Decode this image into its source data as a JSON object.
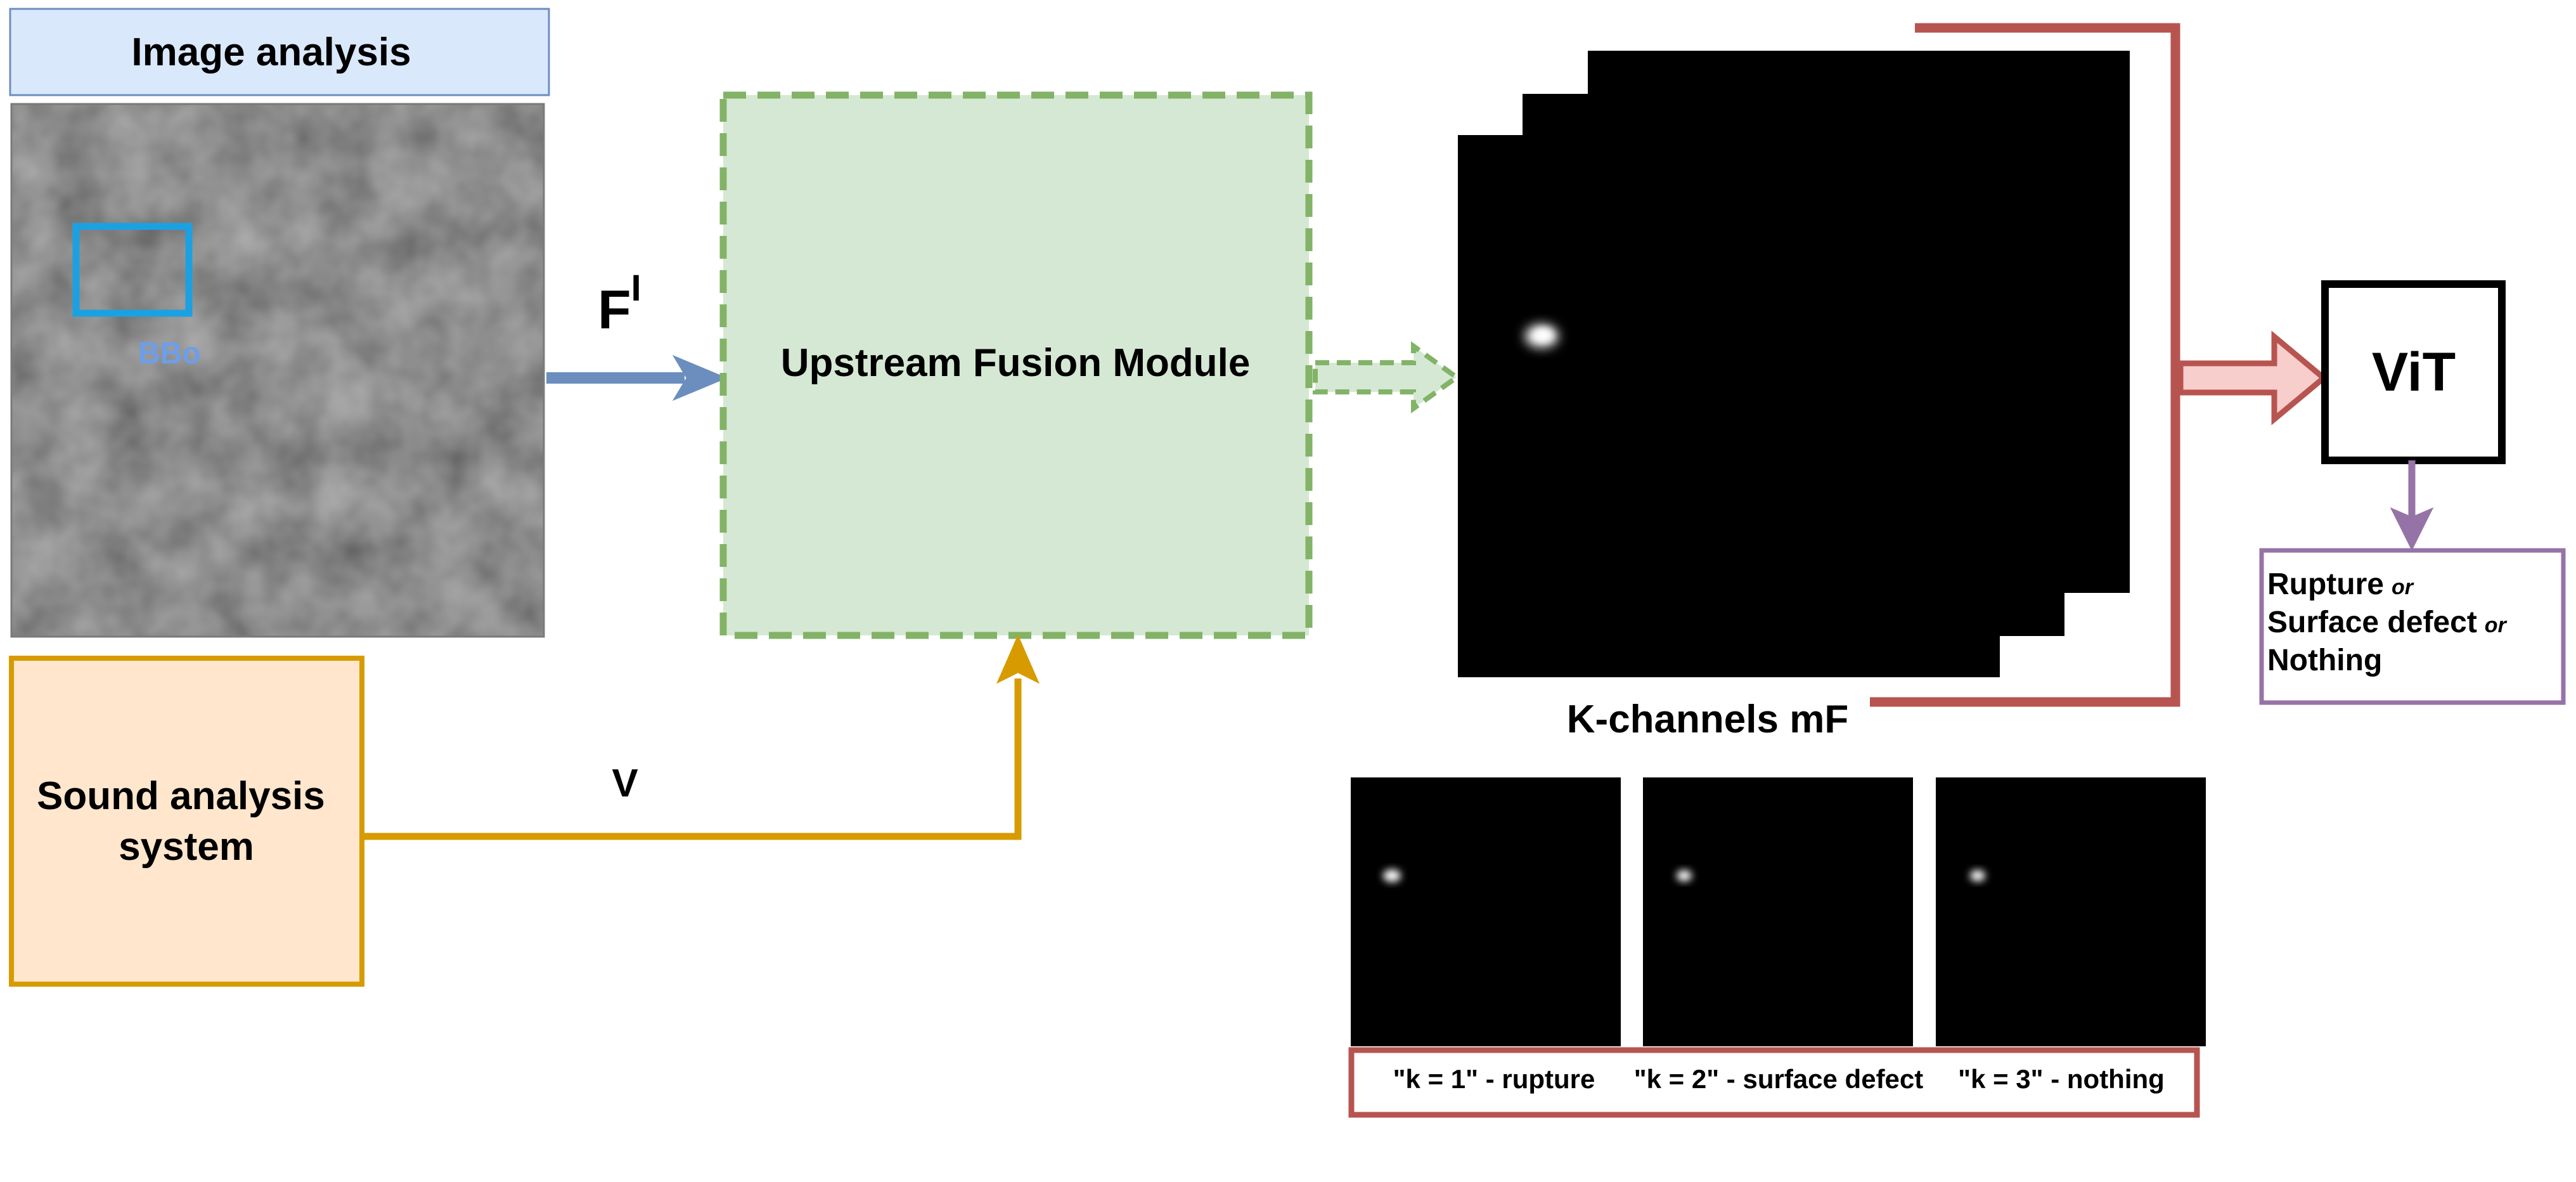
{
  "image_analysis": {
    "title": "Image analysis",
    "bbox_label": "BBo",
    "feature_label": "F",
    "feature_superscript": "I"
  },
  "sound_analysis": {
    "line1": "Sound analysis",
    "line2": "system",
    "vector_label": "V"
  },
  "fusion": {
    "label": "Upstream Fusion Module"
  },
  "channels": {
    "label": "K-channels mF"
  },
  "classes": {
    "k1": "\"k = 1\" - rupture",
    "k2": "\"k = 2\" - surface defect",
    "k3": "\"k = 3\" - nothing"
  },
  "vit": {
    "label": "ViT"
  },
  "output": {
    "rupture": "Rupture",
    "surface_defect": "Surface defect",
    "nothing": "Nothing",
    "or": "or"
  },
  "colors": {
    "title_fill": "#dae8fc",
    "title_stroke": "#6c8ebf",
    "sound_fill": "#ffe6cc",
    "sound_stroke": "#d79b00",
    "fusion_fill": "#d5e8d4",
    "fusion_stroke": "#82b366",
    "bbox_stroke": "#1ba1e2",
    "bracket_stroke": "#b85450",
    "vit_arrow_fill": "#f8cecc",
    "output_stroke": "#9673a6",
    "arrow_blue": "#6c8ebf"
  }
}
